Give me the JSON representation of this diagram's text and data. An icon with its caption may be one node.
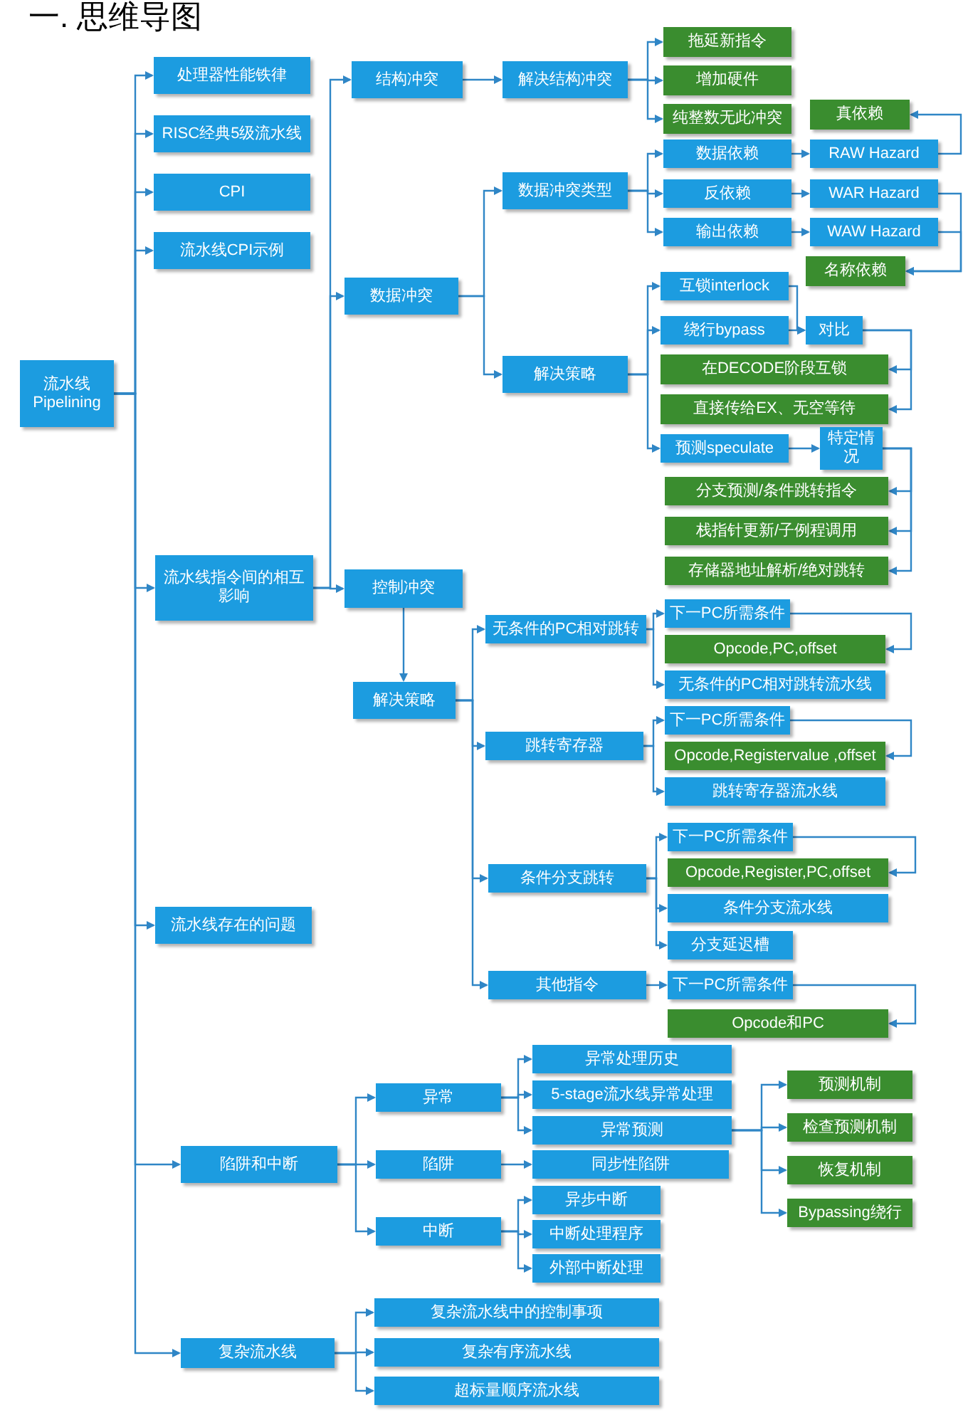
{
  "diagram": {
    "title": "一. 思维导图",
    "nodes": [
      {
        "text": [
          "流水线 Pipelining"
        ]
      },
      {
        "text": [
          "处理器性能铁律"
        ]
      },
      {
        "text": [
          "RISC经典5级流水线"
        ]
      },
      {
        "text": [
          "CPI"
        ]
      },
      {
        "text": [
          "流水线CPI示例"
        ]
      },
      {
        "text": [
          "流水线指令间的相互影响"
        ]
      },
      {
        "text": [
          "流水线存在的问题"
        ]
      },
      {
        "text": [
          "陷阱和中断"
        ]
      },
      {
        "text": [
          "复杂流水线"
        ]
      },
      {
        "text": [
          "结构冲突"
        ]
      },
      {
        "text": [
          "数据冲突"
        ]
      },
      {
        "text": [
          "控制冲突"
        ]
      },
      {
        "text": [
          "解决结构冲突"
        ]
      },
      {
        "text": [
          "拖延新指令"
        ]
      },
      {
        "text": [
          "增加硬件"
        ]
      },
      {
        "text": [
          "纯整数无此冲突"
        ]
      },
      {
        "text": [
          "数据冲突类型"
        ]
      },
      {
        "text": [
          "数据依赖"
        ]
      },
      {
        "text": [
          "反依赖"
        ]
      },
      {
        "text": [
          "输出依赖"
        ]
      },
      {
        "text": [
          "RAW Hazard"
        ]
      },
      {
        "text": [
          "WAR Hazard"
        ]
      },
      {
        "text": [
          "WAW Hazard"
        ]
      },
      {
        "text": [
          "真依赖"
        ]
      },
      {
        "text": [
          "名称依赖"
        ]
      },
      {
        "text": [
          "解决策略"
        ]
      },
      {
        "text": [
          "互锁interlock"
        ]
      },
      {
        "text": [
          "绕行bypass"
        ]
      },
      {
        "text": [
          "对比"
        ]
      },
      {
        "text": [
          "在DECODE阶段互锁"
        ]
      },
      {
        "text": [
          "直接传给EX、无空等待"
        ]
      },
      {
        "text": [
          "预测speculate"
        ]
      },
      {
        "text": [
          "特定情况"
        ]
      },
      {
        "text": [
          "分支预测/条件跳转指令"
        ]
      },
      {
        "text": [
          "栈指针更新/子例程调用"
        ]
      },
      {
        "text": [
          "存储器地址解析/绝对跳转"
        ]
      },
      {
        "text": [
          "解决策略"
        ]
      },
      {
        "text": [
          "无条件的PC相对跳转"
        ]
      },
      {
        "text": [
          "下一PC所需条件"
        ]
      },
      {
        "text": [
          "Opcode,PC,offset"
        ]
      },
      {
        "text": [
          "无条件的PC相对跳转流水线"
        ]
      },
      {
        "text": [
          "跳转寄存器"
        ]
      },
      {
        "text": [
          "下一PC所需条件"
        ]
      },
      {
        "text": [
          "Opcode,Registervalue ,offset"
        ]
      },
      {
        "text": [
          "跳转寄存器流水线"
        ]
      },
      {
        "text": [
          "条件分支跳转"
        ]
      },
      {
        "text": [
          "下一PC所需条件"
        ]
      },
      {
        "text": [
          "Opcode,Register,PC,offset"
        ]
      },
      {
        "text": [
          "条件分支流水线"
        ]
      },
      {
        "text": [
          "分支延迟槽"
        ]
      },
      {
        "text": [
          "其他指令"
        ]
      },
      {
        "text": [
          "下一PC所需条件"
        ]
      },
      {
        "text": [
          "Opcode和PC"
        ]
      },
      {
        "text": [
          "异常"
        ]
      },
      {
        "text": [
          "陷阱"
        ]
      },
      {
        "text": [
          "中断"
        ]
      },
      {
        "text": [
          "异常处理历史"
        ]
      },
      {
        "text": [
          "5-stage流水线异常处理"
        ]
      },
      {
        "text": [
          "异常预测"
        ]
      },
      {
        "text": [
          "同步性陷阱"
        ]
      },
      {
        "text": [
          "异步中断"
        ]
      },
      {
        "text": [
          "中断处理程序"
        ]
      },
      {
        "text": [
          "外部中断处理"
        ]
      },
      {
        "text": [
          "预测机制"
        ]
      },
      {
        "text": [
          "检查预测机制"
        ]
      },
      {
        "text": [
          "恢复机制"
        ]
      },
      {
        "text": [
          "Bypassing绕行"
        ]
      },
      {
        "text": [
          "复杂流水线中的控制事项"
        ]
      },
      {
        "text": [
          "复杂有序流水线"
        ]
      },
      {
        "text": [
          "超标量顺序流水线"
        ]
      }
    ],
    "edges": [
      {
        "from": 0,
        "to": 1,
        "arrow": "to"
      },
      {
        "from": 0,
        "to": 2,
        "arrow": "to"
      },
      {
        "from": 0,
        "to": 3,
        "arrow": "to"
      },
      {
        "from": 0,
        "to": 4,
        "arrow": "to"
      },
      {
        "from": 0,
        "to": 5,
        "arrow": "to"
      },
      {
        "from": 0,
        "to": 6,
        "arrow": "to"
      },
      {
        "from": 0,
        "to": 7,
        "arrow": "to"
      },
      {
        "from": 0,
        "to": 8,
        "arrow": "to"
      },
      {
        "from": 5,
        "to": 9,
        "arrow": "to"
      },
      {
        "from": 5,
        "to": 10,
        "arrow": "to"
      },
      {
        "from": 5,
        "to": 11,
        "arrow": "to"
      },
      {
        "from": 9,
        "to": 12,
        "arrow": "to"
      },
      {
        "from": 12,
        "to": 13,
        "arrow": "to"
      },
      {
        "from": 12,
        "to": 14,
        "arrow": "to"
      },
      {
        "from": 12,
        "to": 15,
        "arrow": "to"
      },
      {
        "from": 10,
        "to": 16,
        "arrow": "to"
      },
      {
        "from": 10,
        "to": 25,
        "arrow": "to"
      },
      {
        "from": 16,
        "to": 17,
        "arrow": "to"
      },
      {
        "from": 16,
        "to": 18,
        "arrow": "to"
      },
      {
        "from": 16,
        "to": 19,
        "arrow": "to"
      },
      {
        "from": 17,
        "to": 20,
        "arrow": "to"
      },
      {
        "from": 18,
        "to": 21,
        "arrow": "to"
      },
      {
        "from": 19,
        "to": 22,
        "arrow": "to"
      },
      {
        "from": 20,
        "to": 23,
        "arrow": "to"
      },
      {
        "from": 21,
        "to": 24,
        "arrow": "to"
      },
      {
        "from": 22,
        "to": 24,
        "arrow": "to"
      },
      {
        "from": 25,
        "to": 26,
        "arrow": "to"
      },
      {
        "from": 25,
        "to": 27,
        "arrow": "to"
      },
      {
        "from": 25,
        "to": 31,
        "arrow": "to"
      },
      {
        "from": 26,
        "to": 28,
        "arrow": "to"
      },
      {
        "from": 27,
        "to": 28,
        "arrow": "to"
      },
      {
        "from": 28,
        "to": 29,
        "arrow": "to"
      },
      {
        "from": 28,
        "to": 30,
        "arrow": "to"
      },
      {
        "from": 31,
        "to": 32,
        "arrow": "to"
      },
      {
        "from": 32,
        "to": 33,
        "arrow": "to"
      },
      {
        "from": 32,
        "to": 34,
        "arrow": "to"
      },
      {
        "from": 32,
        "to": 35,
        "arrow": "to"
      },
      {
        "from": 11,
        "to": 36,
        "arrow": "to"
      },
      {
        "from": 36,
        "to": 37,
        "arrow": "to"
      },
      {
        "from": 36,
        "to": 41,
        "arrow": "to"
      },
      {
        "from": 36,
        "to": 45,
        "arrow": "to"
      },
      {
        "from": 36,
        "to": 50,
        "arrow": "to"
      },
      {
        "from": 37,
        "to": 38,
        "arrow": "to"
      },
      {
        "from": 37,
        "to": 40,
        "arrow": "to"
      },
      {
        "from": 38,
        "to": 39,
        "arrow": "to"
      },
      {
        "from": 41,
        "to": 42,
        "arrow": "to"
      },
      {
        "from": 41,
        "to": 44,
        "arrow": "to"
      },
      {
        "from": 42,
        "to": 43,
        "arrow": "to"
      },
      {
        "from": 45,
        "to": 46,
        "arrow": "to"
      },
      {
        "from": 45,
        "to": 48,
        "arrow": "to"
      },
      {
        "from": 45,
        "to": 49,
        "arrow": "to"
      },
      {
        "from": 46,
        "to": 47,
        "arrow": "to"
      },
      {
        "from": 50,
        "to": 51,
        "arrow": "to"
      },
      {
        "from": 51,
        "to": 52,
        "arrow": "to"
      },
      {
        "from": 7,
        "to": 53,
        "arrow": "to"
      },
      {
        "from": 7,
        "to": 54,
        "arrow": "to"
      },
      {
        "from": 7,
        "to": 55,
        "arrow": "to"
      },
      {
        "from": 53,
        "to": 56,
        "arrow": "to"
      },
      {
        "from": 53,
        "to": 57,
        "arrow": "to"
      },
      {
        "from": 53,
        "to": 58,
        "arrow": "to"
      },
      {
        "from": 54,
        "to": 59,
        "arrow": "to"
      },
      {
        "from": 55,
        "to": 60,
        "arrow": "to"
      },
      {
        "from": 55,
        "to": 61,
        "arrow": "to"
      },
      {
        "from": 55,
        "to": 62,
        "arrow": "to"
      },
      {
        "from": 58,
        "to": 63,
        "arrow": "to"
      },
      {
        "from": 58,
        "to": 64,
        "arrow": "to"
      },
      {
        "from": 58,
        "to": 65,
        "arrow": "to"
      },
      {
        "from": 58,
        "to": 66,
        "arrow": "to"
      },
      {
        "from": 8,
        "to": 67,
        "arrow": "to"
      },
      {
        "from": 8,
        "to": 68,
        "arrow": "to"
      },
      {
        "from": 8,
        "to": 69,
        "arrow": "to"
      }
    ]
  }
}
